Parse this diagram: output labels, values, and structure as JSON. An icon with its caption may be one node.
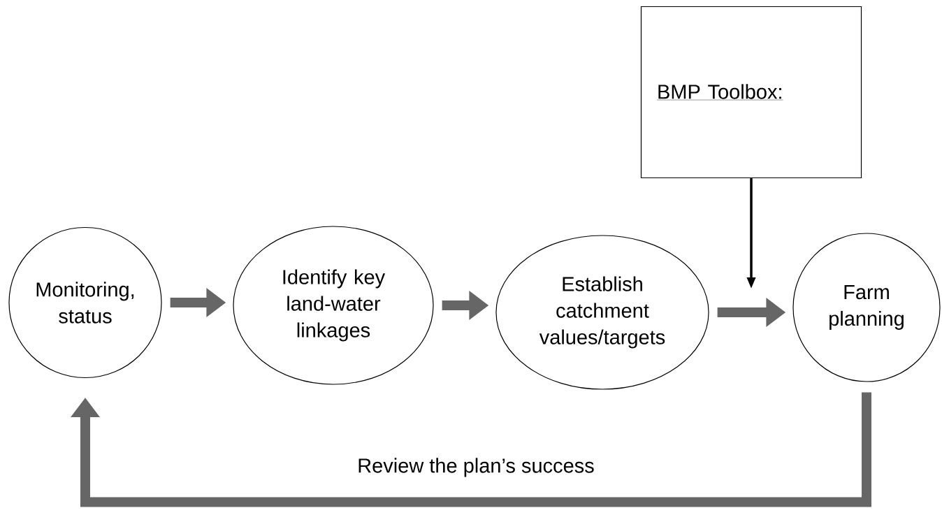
{
  "diagram": {
    "nodes": [
      {
        "text": [
          "Monitoring, status"
        ]
      },
      {
        "text": [
          "Identify key land-water linkages"
        ]
      },
      {
        "text": [
          "Establish catchment values/targets"
        ]
      },
      {
        "text": [
          "Farm planning"
        ]
      },
      {
        "text": [
          "BMP Toolbox:"
        ]
      }
    ],
    "edges": [
      {
        "from": 0,
        "to": 1,
        "arrow": "to"
      },
      {
        "from": 1,
        "to": 2,
        "arrow": "to"
      },
      {
        "from": 2,
        "to": 3,
        "arrow": "to"
      },
      {
        "from": 3,
        "to": 0,
        "arrow": "to",
        "label": "Review the plan’s success"
      },
      {
        "from": 4,
        "to": null,
        "arrow": "to",
        "color": "#000000"
      }
    ]
  }
}
